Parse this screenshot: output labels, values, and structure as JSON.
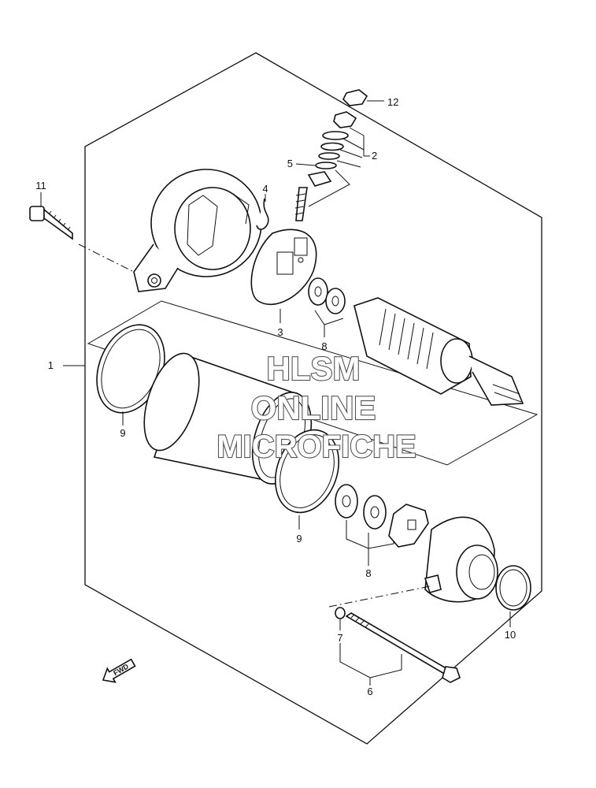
{
  "watermark": {
    "line1": "HLSM",
    "line2": "ONLINE",
    "line3": "MICROFICHE"
  },
  "fwd_label": "FWD",
  "callouts": [
    {
      "id": "c1",
      "label": "1"
    },
    {
      "id": "c2",
      "label": "2"
    },
    {
      "id": "c3",
      "label": "3"
    },
    {
      "id": "c4",
      "label": "4"
    },
    {
      "id": "c5",
      "label": "5"
    },
    {
      "id": "c6",
      "label": "6"
    },
    {
      "id": "c7",
      "label": "7"
    },
    {
      "id": "c8a",
      "label": "8"
    },
    {
      "id": "c8b",
      "label": "8"
    },
    {
      "id": "c9a",
      "label": "9"
    },
    {
      "id": "c9b",
      "label": "9"
    },
    {
      "id": "c10",
      "label": "10"
    },
    {
      "id": "c11",
      "label": "11"
    },
    {
      "id": "c12",
      "label": "12"
    }
  ]
}
